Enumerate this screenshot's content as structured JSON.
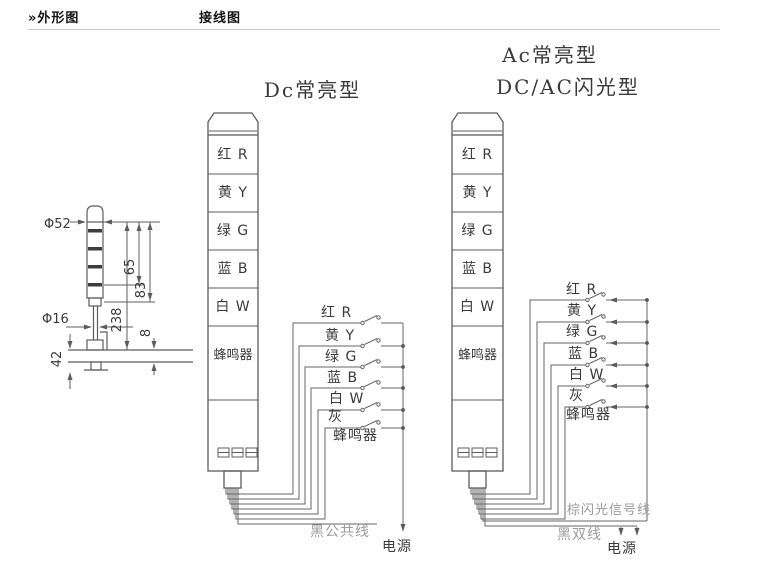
{
  "header": {
    "bullet": "»",
    "outline_tab": "外形图",
    "wiring_tab": "接线图"
  },
  "outline": {
    "dims": {
      "d52": "Φ52",
      "d16": "Φ16",
      "h65": "65",
      "h83": "83",
      "h238": "238",
      "h42": "42",
      "t8": "8"
    }
  },
  "dc": {
    "title": "Dc常亮型",
    "segments": [
      "红 R",
      "黄 Y",
      "绿 G",
      "蓝 B",
      "白 W",
      "蜂鸣器"
    ],
    "wires": [
      "红 R",
      "黄 Y",
      "绿 G",
      "蓝 B",
      "白 W",
      "灰"
    ],
    "buzzer_wire": "蜂鸣器",
    "common_wire": "黑公共线",
    "power": "电源"
  },
  "ac": {
    "title_line1": "Ac常亮型",
    "title_line2": "DC/AC闪光型",
    "segments": [
      "红 R",
      "黄 Y",
      "绿 G",
      "蓝 B",
      "白 W",
      "蜂鸣器"
    ],
    "wires": [
      "红 R",
      "黄 Y",
      "绿 G",
      "蓝 B",
      "白 W",
      "灰"
    ],
    "buzzer_wire": "蜂鸣器",
    "flash_wire": "棕闪光信号线",
    "double_wire": "黑双线",
    "power": "电源"
  }
}
